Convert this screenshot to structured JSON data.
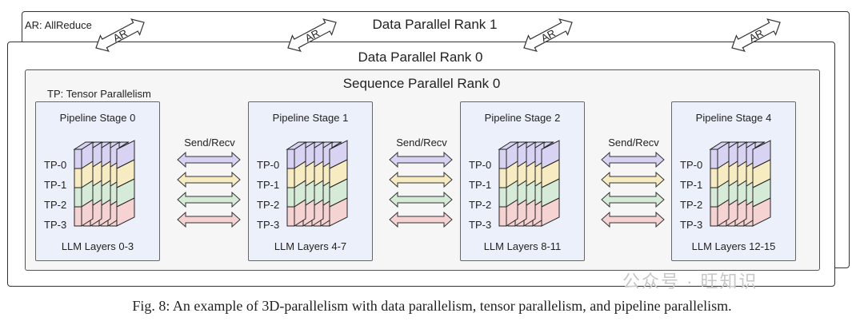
{
  "rank1_title": "Data Parallel Rank 1",
  "rank0_title": "Data Parallel Rank 0",
  "sequence_title": "Sequence Parallel Rank 0",
  "ar_legend": "AR: AllReduce",
  "ar_tag": "AR",
  "tp_legend": "TP: Tensor Parallelism",
  "send_recv": "Send/Recv",
  "tp_labels": [
    "TP-0",
    "TP-1",
    "TP-2",
    "TP-3"
  ],
  "tp_colors": [
    "#d8d3f2",
    "#f6ebc1",
    "#d5ebd7",
    "#f6d3d3"
  ],
  "stages": [
    {
      "title": "Pipeline Stage 0",
      "layers": "LLM Layers 0-3"
    },
    {
      "title": "Pipeline Stage 1",
      "layers": "LLM Layers 4-7"
    },
    {
      "title": "Pipeline Stage 2",
      "layers": "LLM Layers 8-11"
    },
    {
      "title": "Pipeline Stage 4",
      "layers": "LLM Layers 12-15"
    }
  ],
  "watermark": "公众号 · 旺知识",
  "caption": "Fig. 8: An example of 3D-parallelism with data parallelism, tensor parallelism, and pipeline parallelism."
}
